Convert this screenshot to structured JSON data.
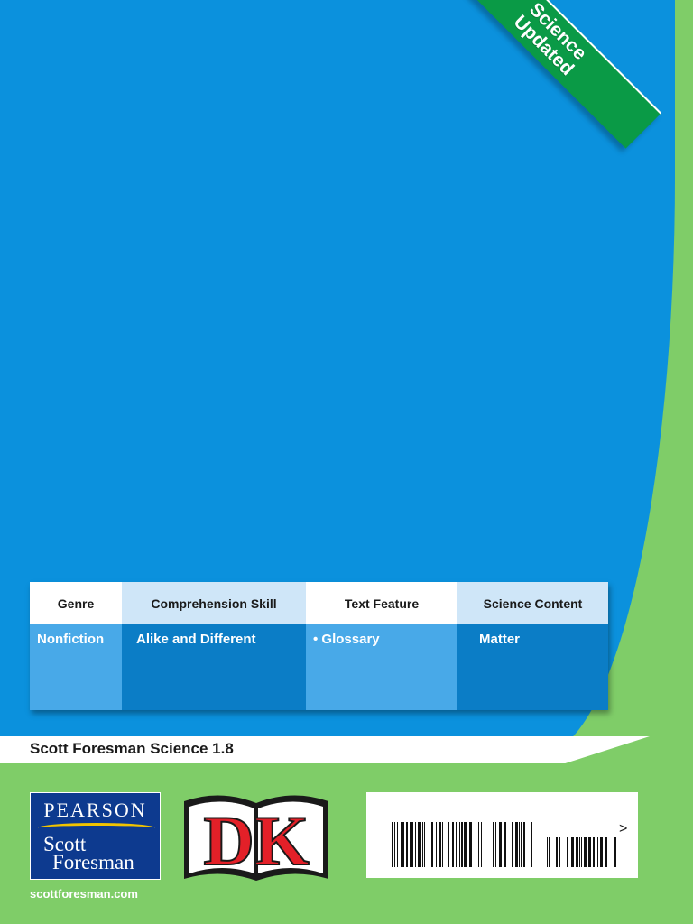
{
  "banner": {
    "line1": "Science",
    "line2": "Updated"
  },
  "table": {
    "headers": [
      "Genre",
      "Comprehension Skill",
      "Text Feature",
      "Science Content"
    ],
    "values": [
      "Nonfiction",
      "Alike and Different",
      "• Glossary",
      "Matter"
    ]
  },
  "series_title": "Scott Foresman Science 1.8",
  "publisher": {
    "name1": "PEARSON",
    "name2": "Scott",
    "name3": "Foresman",
    "url": "scottforesman.com"
  },
  "dk_logo": {
    "text": "DK"
  },
  "barcode": {
    "arrow": ">"
  },
  "colors": {
    "blue": "#0b91dd",
    "green_bg": "#7fcd68",
    "banner_green": "#0a9a46",
    "dk_red": "#e32028"
  }
}
